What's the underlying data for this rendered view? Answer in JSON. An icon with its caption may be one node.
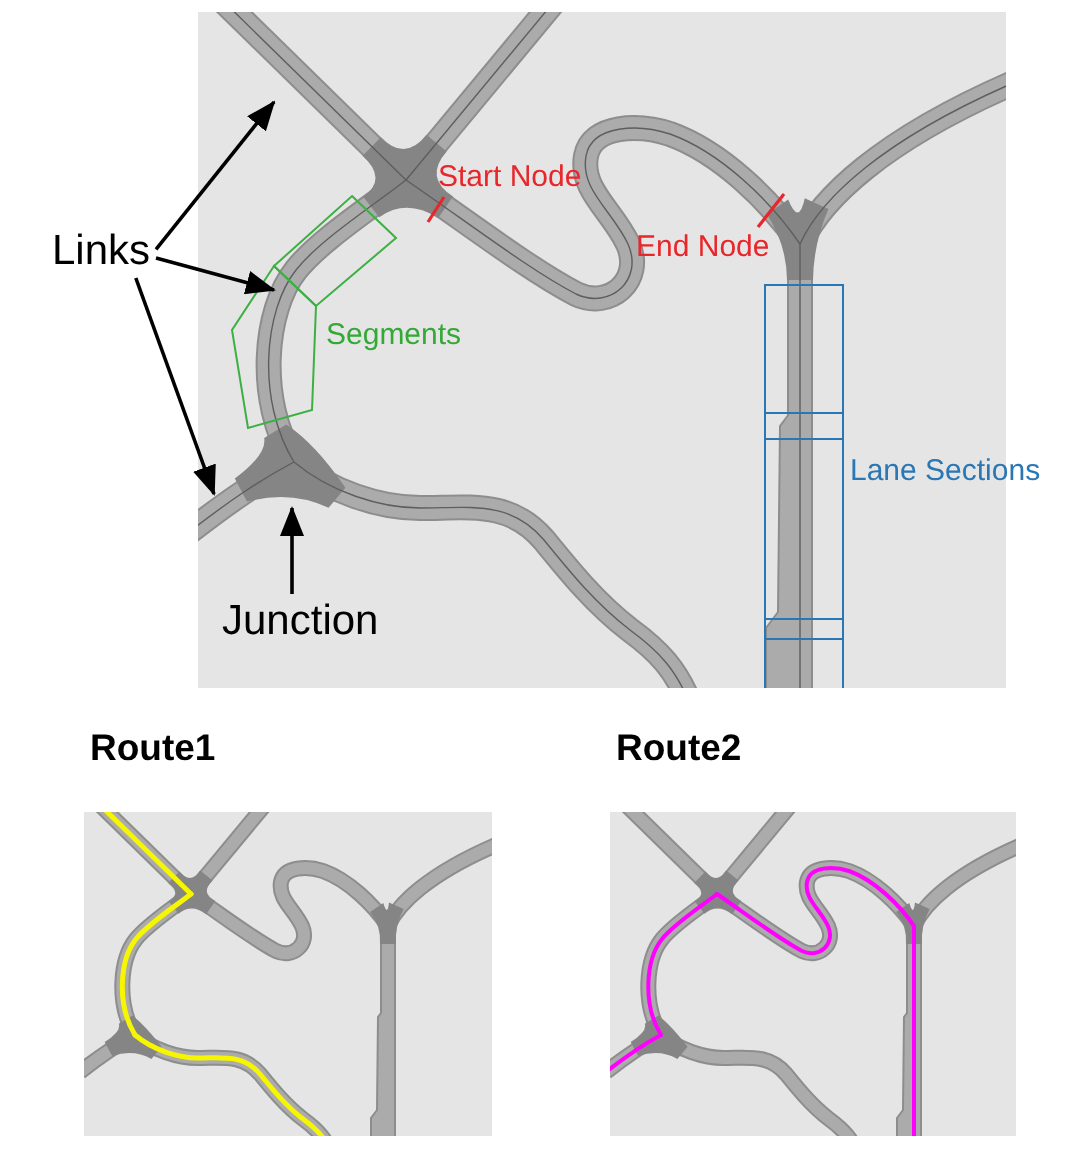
{
  "diagram": {
    "nodes": [
      {
        "text": [
          "Links"
        ]
      },
      {
        "text": [
          "Junction"
        ]
      }
    ],
    "edges": [
      {
        "from": 0,
        "to": null,
        "arrow": "to"
      },
      {
        "from": 0,
        "to": null,
        "arrow": "to"
      },
      {
        "from": 0,
        "to": null,
        "arrow": "to"
      },
      {
        "from": 1,
        "to": null,
        "arrow": "to"
      }
    ],
    "labels": [
      "Start Node",
      "End Node",
      "Segments",
      "Lane Sections",
      "Route1",
      "Route2"
    ]
  }
}
